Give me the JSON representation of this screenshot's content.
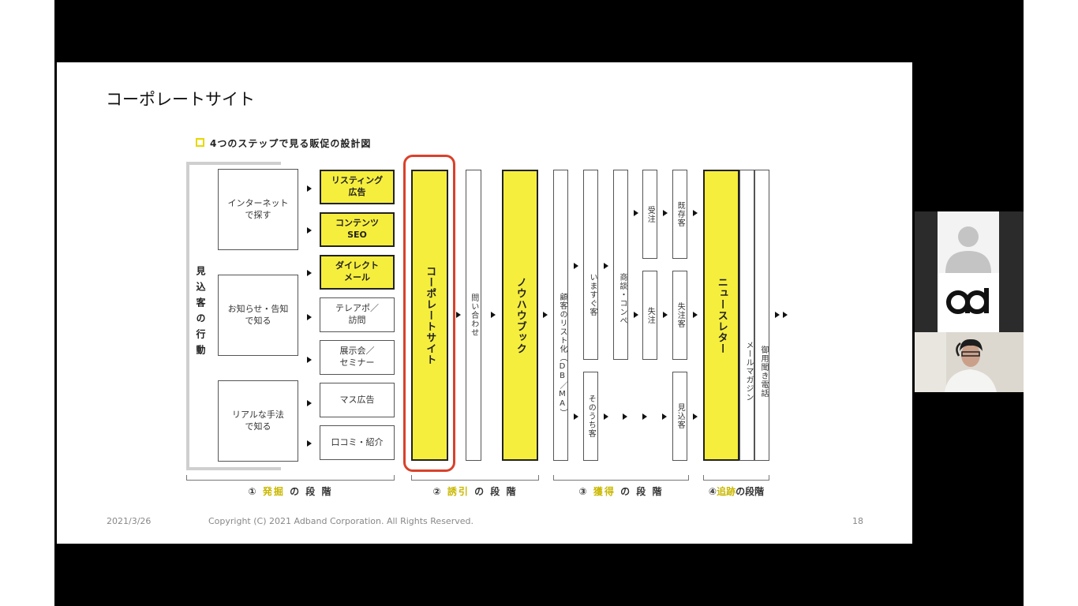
{
  "slide": {
    "title": "コーポレートサイト",
    "subtitle": "4つのステップで見る販促の設計図",
    "footer": {
      "date": "2021/3/26",
      "copyright": "Copyright (C) 2021 Adband Corporation. All Rights Reserved.",
      "page": "18"
    }
  },
  "diagram": {
    "side_label": "見込客の行動",
    "behaviors": [
      "インターネット\nで探す",
      "お知らせ・告知\nで知る",
      "リアルな手法\nで知る"
    ],
    "channels": [
      {
        "label": "リスティング\n広告",
        "highlight": true
      },
      {
        "label": "コンテンツ\nSEO",
        "highlight": true
      },
      {
        "label": "ダイレクト\nメール",
        "highlight": true
      },
      {
        "label": "テレアポ／\n訪問",
        "highlight": false
      },
      {
        "label": "展示会／\nセミナー",
        "highlight": false
      },
      {
        "label": "マス広告",
        "highlight": false
      },
      {
        "label": "口コミ・紹介",
        "highlight": false
      }
    ],
    "corporate_site": "コーポレートサイト",
    "inquiry": "問い合わせ",
    "knowhow_book": "ノウハウブック",
    "list": "顧客のリスト化（DB／MA）",
    "now_customer": "いますぐ客",
    "later_customer": "そのうち客",
    "negotiation": "商談・コンペ",
    "order": "受注",
    "lost_order": "失注",
    "existing_customer": "既存客",
    "lost_customer": "失注客",
    "prospect": "見込客",
    "newsletter": "ニュースレター",
    "mail_magazine": "メールマガジン",
    "call": "御用聞き電話",
    "phases": [
      {
        "num": "①",
        "hl": "発掘",
        "rest": "の 段 階"
      },
      {
        "num": "②",
        "hl": "誘引",
        "rest": "の 段 階"
      },
      {
        "num": "③",
        "hl": "獲得",
        "rest": "の 段 階"
      },
      {
        "num": "④",
        "hl": "追跡",
        "rest": "の段階"
      }
    ]
  },
  "participants": [
    {
      "name": "avatar-placeholder"
    },
    {
      "name": "adband-logo",
      "logo_text": "ad"
    },
    {
      "name": "presenter-video"
    }
  ],
  "colors": {
    "highlight": "#f6ee3d",
    "circle": "#d9412b",
    "background": "#000000"
  }
}
